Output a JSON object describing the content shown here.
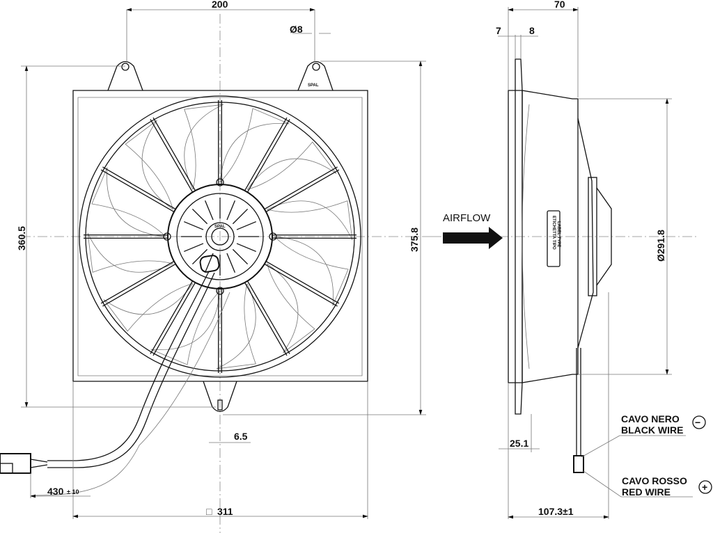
{
  "front_view": {
    "dim_width_top": "200",
    "dim_hole": "Ø8",
    "dim_height_left": "360.5",
    "dim_height_right": "375.8",
    "dim_slot": "6.5",
    "dim_cable": "430",
    "dim_cable_tol": "± 10",
    "dim_square_symbol": "□",
    "dim_square": "311",
    "logo": "SPAL"
  },
  "side_view": {
    "dim_depth_top": "70",
    "dim_left_7": "7",
    "dim_right_8": "8",
    "dim_diameter": "Ø291.8",
    "dim_flange": "25.1",
    "dim_total_depth": "107.3±1",
    "airflow_label": "AIRFLOW",
    "label_type_line1": "ETICHETTA TIPO",
    "label_type_line2": "LABEL TYPE"
  },
  "wires": {
    "black_it": "CAVO NERO",
    "black_en": "BLACK WIRE",
    "black_symbol": "−",
    "red_it": "CAVO ROSSO",
    "red_en": "RED WIRE",
    "red_symbol": "+"
  }
}
